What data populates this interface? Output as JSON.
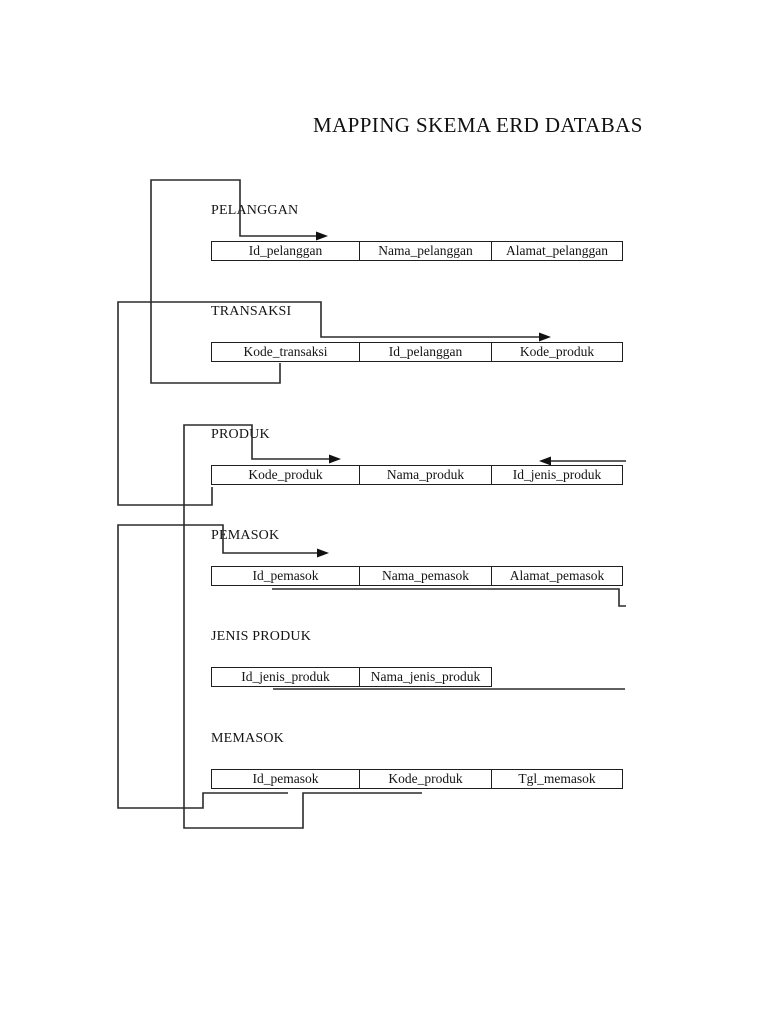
{
  "title": "MAPPING SKEMA ERD DATABAS",
  "colors": {
    "background": "#ffffff",
    "line": "#2b2b2b",
    "text": "#1a1a1a"
  },
  "entities": [
    {
      "label": "PELANGGAN",
      "fields": [
        "Id_pelanggan",
        "Nama_pelanggan",
        "Alamat_pelanggan"
      ]
    },
    {
      "label": "TRANSAKSI",
      "fields": [
        "Kode_transaksi",
        "Id_pelanggan",
        "Kode_produk"
      ]
    },
    {
      "label": "PRODUK",
      "fields": [
        "Kode_produk",
        "Nama_produk",
        "Id_jenis_produk"
      ]
    },
    {
      "label": "PEMASOK",
      "fields": [
        "Id_pemasok",
        "Nama_pemasok",
        "Alamat_pemasok"
      ]
    },
    {
      "label": "JENIS PRODUK",
      "fields": [
        "Id_jenis_produk",
        "Nama_jenis_produk"
      ]
    },
    {
      "label": "MEMASOK",
      "fields": [
        "Id_pemasok",
        "Kode_produk",
        "Tgl_memasok"
      ]
    }
  ],
  "relations": [
    {
      "from": "TRANSAKSI.Kode_transaksi",
      "to": "PELANGGAN.Id_pelanggan",
      "arrowhead": "right"
    },
    {
      "from": "PRODUK.Kode_produk",
      "to": "TRANSAKSI.Kode_produk",
      "arrowhead": "right"
    },
    {
      "from": "MEMASOK.Kode_produk",
      "to": "PRODUK.Kode_produk",
      "arrowhead": "right"
    },
    {
      "from": "MEMASOK.Id_pemasok",
      "to": "PEMASOK.Id_pemasok",
      "arrowhead": "right"
    },
    {
      "from": "right-page-edge",
      "to": "PRODUK.Id_jenis_produk",
      "arrowhead": "left"
    },
    {
      "from": "PEMASOK.row-underline",
      "to": "dangling-right-end",
      "arrowhead": "none"
    },
    {
      "from": "JENIS_PRODUK.row-underline",
      "to": "dangling-right-end",
      "arrowhead": "none"
    }
  ]
}
